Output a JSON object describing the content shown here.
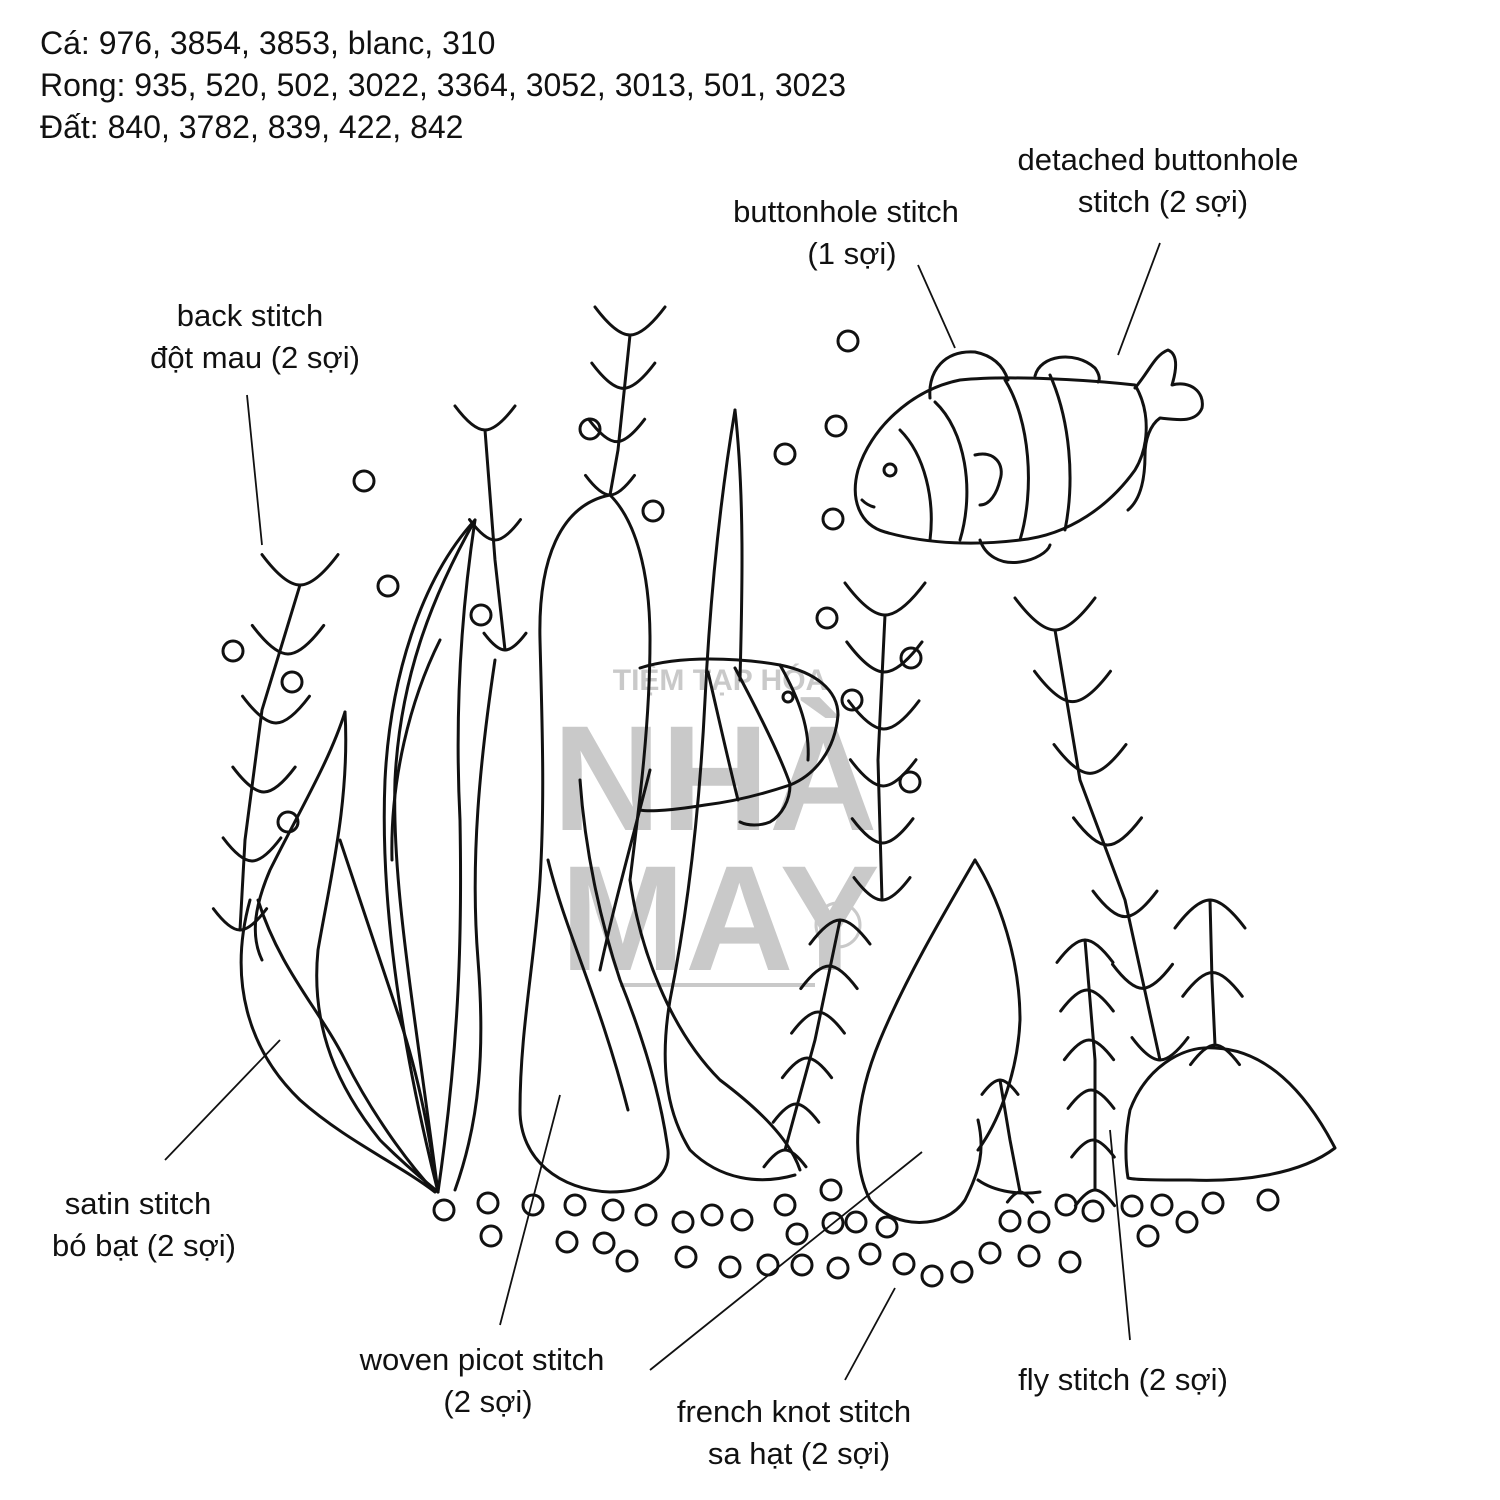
{
  "legend": {
    "fish": "Cá: 976, 3854, 3853, blanc, 310",
    "seaweed": "Rong: 935, 520, 502, 3022, 3364, 3052, 3013, 501, 3023",
    "ground": "Đất: 840, 3782, 839, 422, 842"
  },
  "labels": {
    "back_stitch_1": "back stitch",
    "back_stitch_2": "đột mau (2 sợi)",
    "buttonhole_1": "buttonhole stitch",
    "buttonhole_2": "(1 sợi)",
    "detached_1": "detached buttonhole",
    "detached_2": "stitch (2 sợi)",
    "satin_1": "satin stitch",
    "satin_2": "bó bạt (2 sợi)",
    "woven_1": "woven picot stitch",
    "woven_2": "(2 sợi)",
    "french_1": "french knot stitch",
    "french_2": "sa hạt (2 sợi)",
    "fly_1": "fly stitch (2 sợi)"
  },
  "watermark": {
    "line1": "TIỆM TẠP HÓA",
    "line2": "NHÀ",
    "line3": "MAY"
  },
  "colors": {
    "ink": "#111111",
    "watermark": "#c9c9c9",
    "background": "#ffffff"
  }
}
